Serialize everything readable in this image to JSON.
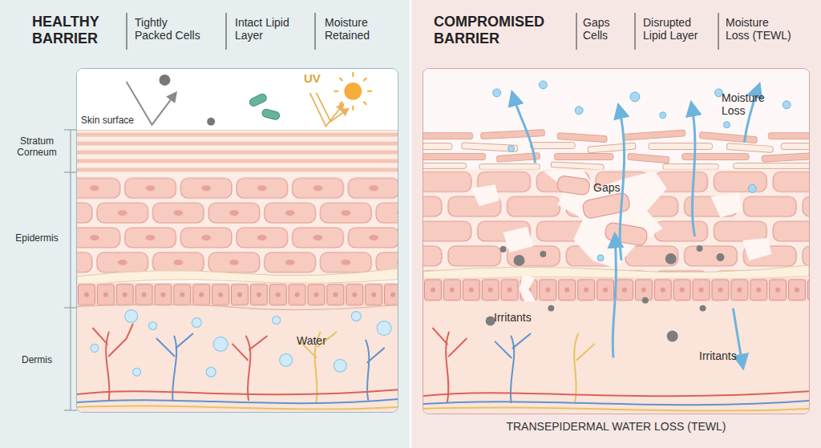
{
  "diagram": {
    "nodes": [
      {
        "text": [
          "HEALTHY BARRIER",
          "Tightly Packed Cells",
          "Intact Lipid Layer",
          "Moisture Retained",
          "Stratum Corneum",
          "Epidermis",
          "Dermis"
        ]
      },
      {
        "text": [
          "Skin surface",
          "UV",
          "Water"
        ],
        "in": 0
      },
      {
        "text": [
          "COMPROMISED BARRIER",
          "Gaps Cells",
          "Disrupted Lipid Layer",
          "Moisture Loss (TEWL)",
          "TRANSEPIDERMAL WATER LOSS (TEWL)"
        ]
      },
      {
        "text": [
          "Moisture Loss",
          "Gaps",
          "Irritants",
          "Irritants"
        ],
        "in": 2
      }
    ]
  }
}
